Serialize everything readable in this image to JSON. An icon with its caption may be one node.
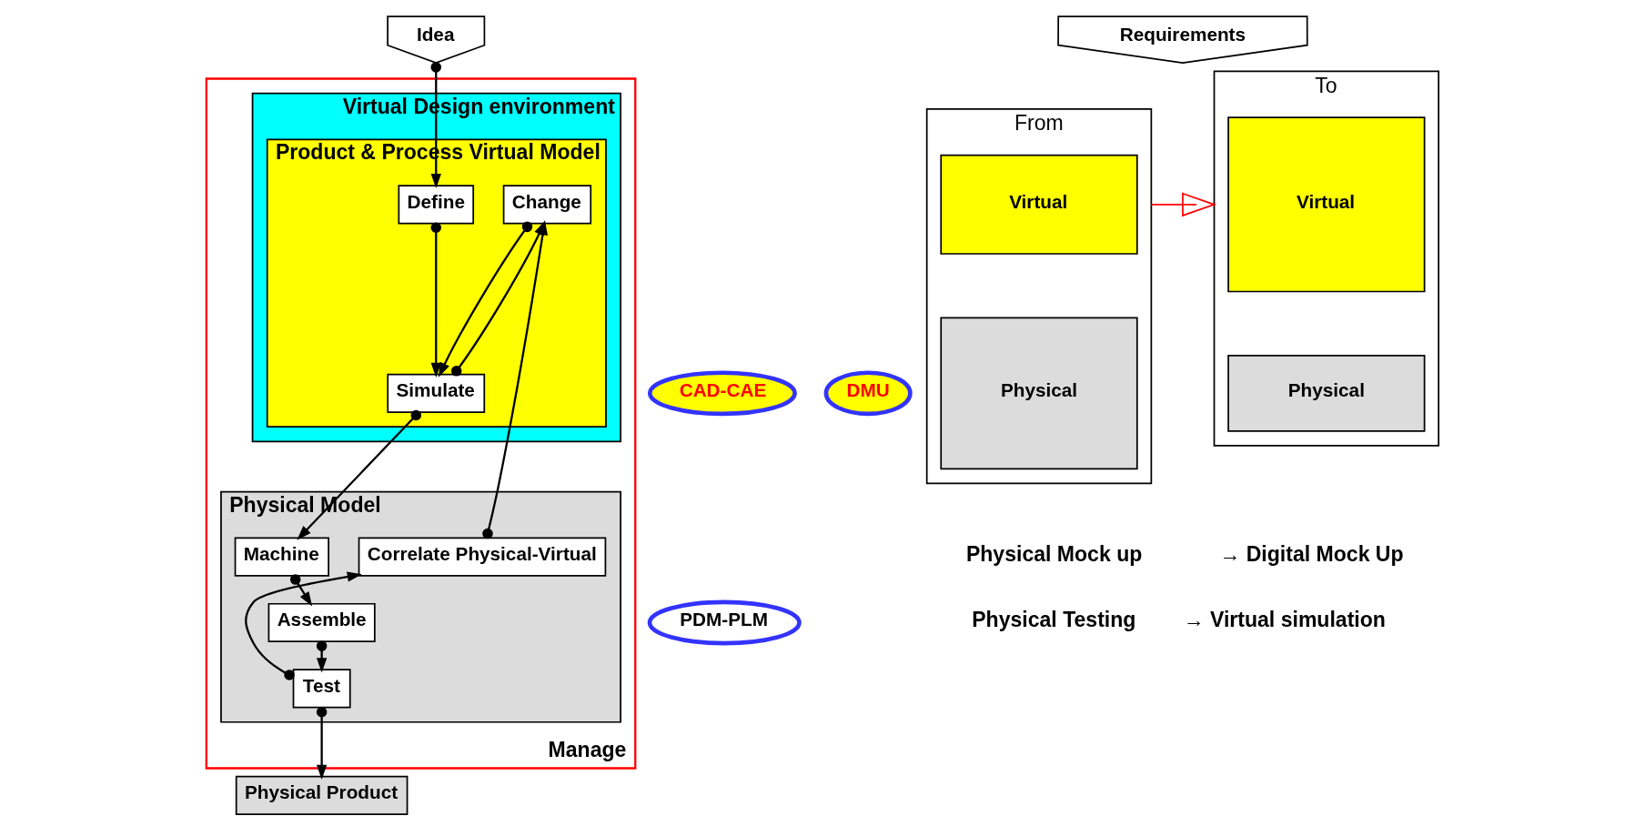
{
  "diagram": {
    "nodes": [
      {
        "text": [
          "Manage"
        ]
      },
      {
        "text": [
          "Virtual Design environment"
        ],
        "in": 0
      },
      {
        "text": [
          "Product & Process Virtual Model"
        ],
        "in": 1
      },
      {
        "text": [
          "Define"
        ],
        "in": 2
      },
      {
        "text": [
          "Change"
        ],
        "in": 2
      },
      {
        "text": [
          "Simulate"
        ],
        "in": 2
      },
      {
        "text": [
          "Physical Model"
        ],
        "in": 0
      },
      {
        "text": [
          "Machine"
        ],
        "in": 6
      },
      {
        "text": [
          "Correlate Physical-Virtual"
        ],
        "in": 6
      },
      {
        "text": [
          "Assemble"
        ],
        "in": 6
      },
      {
        "text": [
          "Test"
        ],
        "in": 6
      },
      {
        "text": [
          "Idea"
        ]
      },
      {
        "text": [
          "Requirements"
        ]
      },
      {
        "text": [
          "CAD-CAE"
        ]
      },
      {
        "text": [
          "DMU"
        ]
      },
      {
        "text": [
          "PDM-PLM"
        ]
      },
      {
        "text": [
          "Physical Product"
        ]
      },
      {
        "text": [
          "From"
        ]
      },
      {
        "text": [
          "Virtual"
        ],
        "in": 17
      },
      {
        "text": [
          "Physical"
        ],
        "in": 17
      },
      {
        "text": [
          "To"
        ]
      },
      {
        "text": [
          "Virtual"
        ],
        "in": 20
      },
      {
        "text": [
          "Physical"
        ],
        "in": 20
      }
    ],
    "edges": [
      {
        "from": 11,
        "to": 3,
        "arrow": "to"
      },
      {
        "from": 3,
        "to": 5,
        "arrow": "to"
      },
      {
        "from": 5,
        "to": 4,
        "arrow": "to"
      },
      {
        "from": 4,
        "to": 5,
        "arrow": "to"
      },
      {
        "from": 5,
        "to": 7,
        "arrow": "to"
      },
      {
        "from": 7,
        "to": 9,
        "arrow": "to"
      },
      {
        "from": 9,
        "to": 10,
        "arrow": "to"
      },
      {
        "from": 10,
        "to": 8,
        "arrow": "to"
      },
      {
        "from": 8,
        "to": 4,
        "arrow": "to"
      },
      {
        "from": 10,
        "to": 16,
        "arrow": "to"
      },
      {
        "from": 17,
        "to": 20,
        "arrow": "to",
        "color": "#ff0000"
      }
    ],
    "labels": [
      "Physical Mock up",
      "→ Digital Mock Up",
      "Physical Testing",
      "→ Virtual simulation"
    ]
  }
}
